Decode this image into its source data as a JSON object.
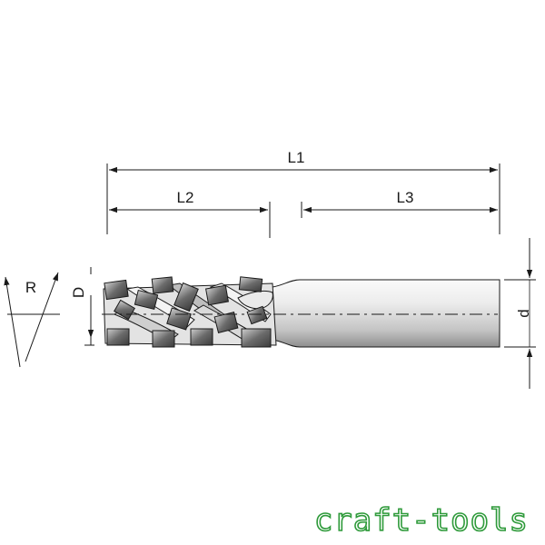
{
  "diagram": {
    "labels": {
      "l1": "L1",
      "l2": "L2",
      "l3": "L3",
      "d_cut": "D",
      "d_shank": "d",
      "radius": "R"
    }
  },
  "brand": {
    "text": "craft-tools",
    "color": "#2e9a3a"
  },
  "colors": {
    "line": "#1a1a1a",
    "shank_light": "#f2f2f2",
    "shank_dark": "#9a9a9a",
    "insert": "#5a5a5a",
    "insert_light": "#d0d0d0"
  }
}
